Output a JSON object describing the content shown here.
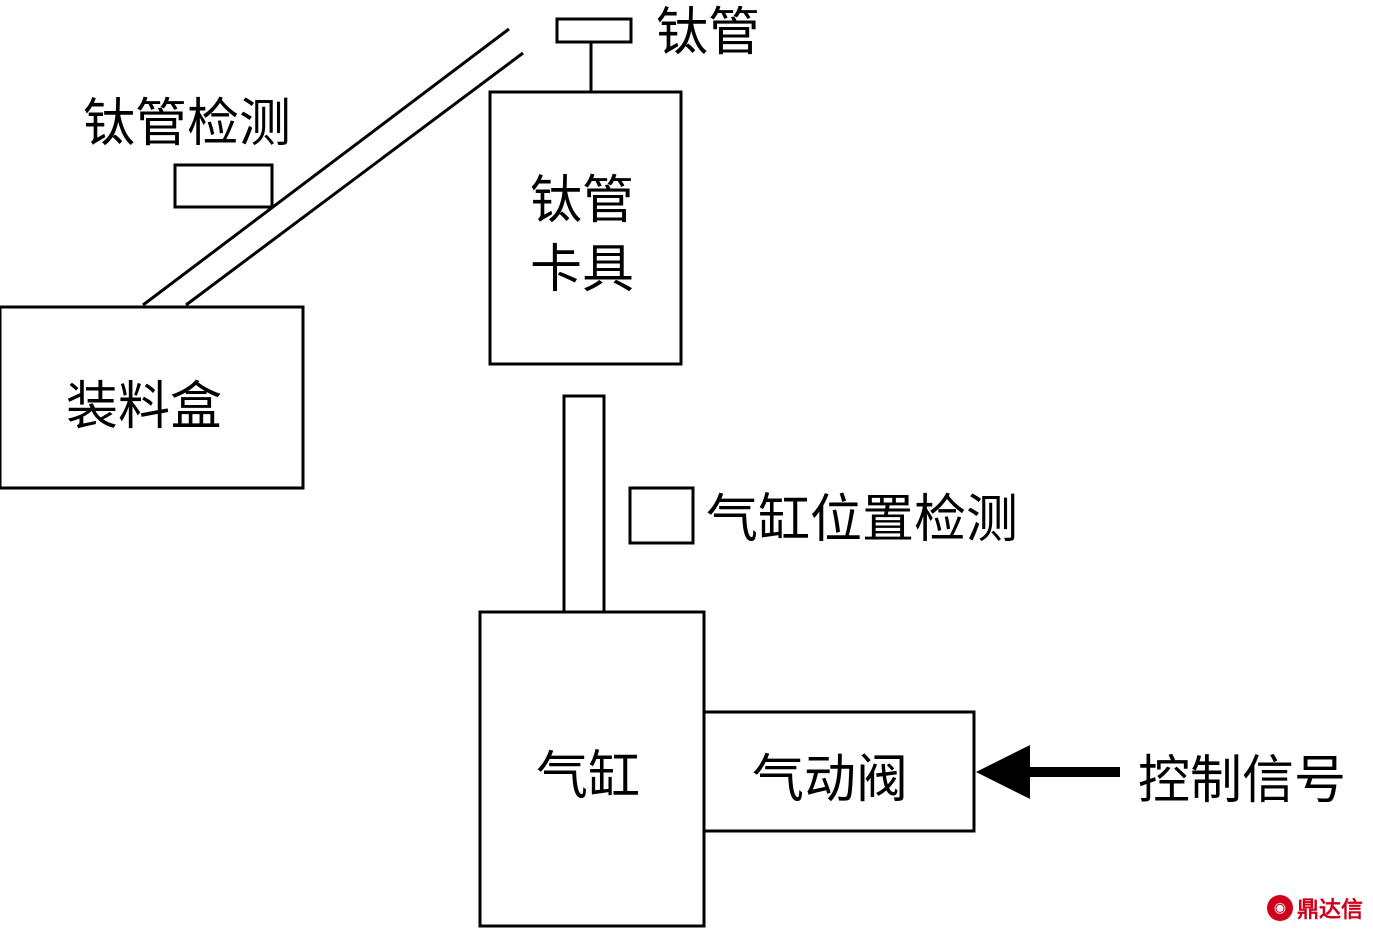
{
  "labels": {
    "titanium_tube": "钛管",
    "titanium_tube_detect": "钛管检测",
    "tube_fixture_line1": "钛管",
    "tube_fixture_line2": "卡具",
    "loading_box": "装料盒",
    "cylinder_position_detect": "气缸位置检测",
    "cylinder": "气缸",
    "pneumatic_valve": "气动阀",
    "control_signal": "控制信号"
  },
  "watermark": {
    "text": "鼎达信",
    "color": "#d0021b"
  }
}
